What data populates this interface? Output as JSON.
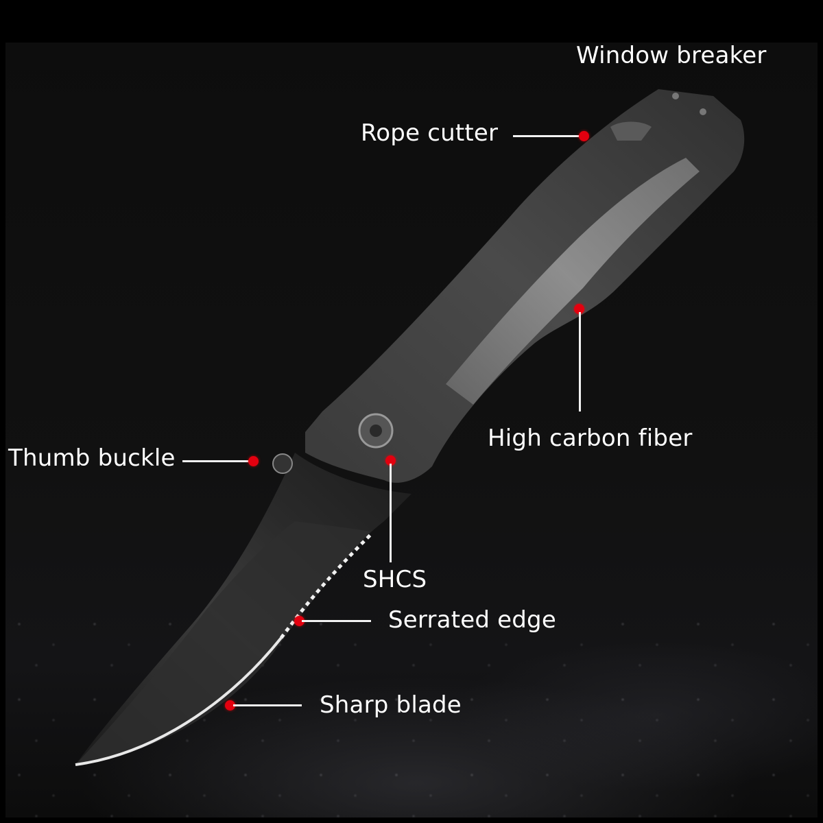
{
  "image": {
    "subject": "Folding pocket knife with black blade and grey textured handle on dark background",
    "background_color": "#000000",
    "accent_color": "#e3000f",
    "text_color": "#ffffff"
  },
  "callouts": [
    {
      "id": "window-breaker",
      "label": "Window breaker"
    },
    {
      "id": "rope-cutter",
      "label": "Rope cutter"
    },
    {
      "id": "high-carbon-fiber",
      "label": "High carbon fiber"
    },
    {
      "id": "thumb-buckle",
      "label": "Thumb buckle"
    },
    {
      "id": "shcs",
      "label": "SHCS"
    },
    {
      "id": "serrated-edge",
      "label": "Serrated edge"
    },
    {
      "id": "sharp-blade",
      "label": "Sharp blade"
    }
  ]
}
